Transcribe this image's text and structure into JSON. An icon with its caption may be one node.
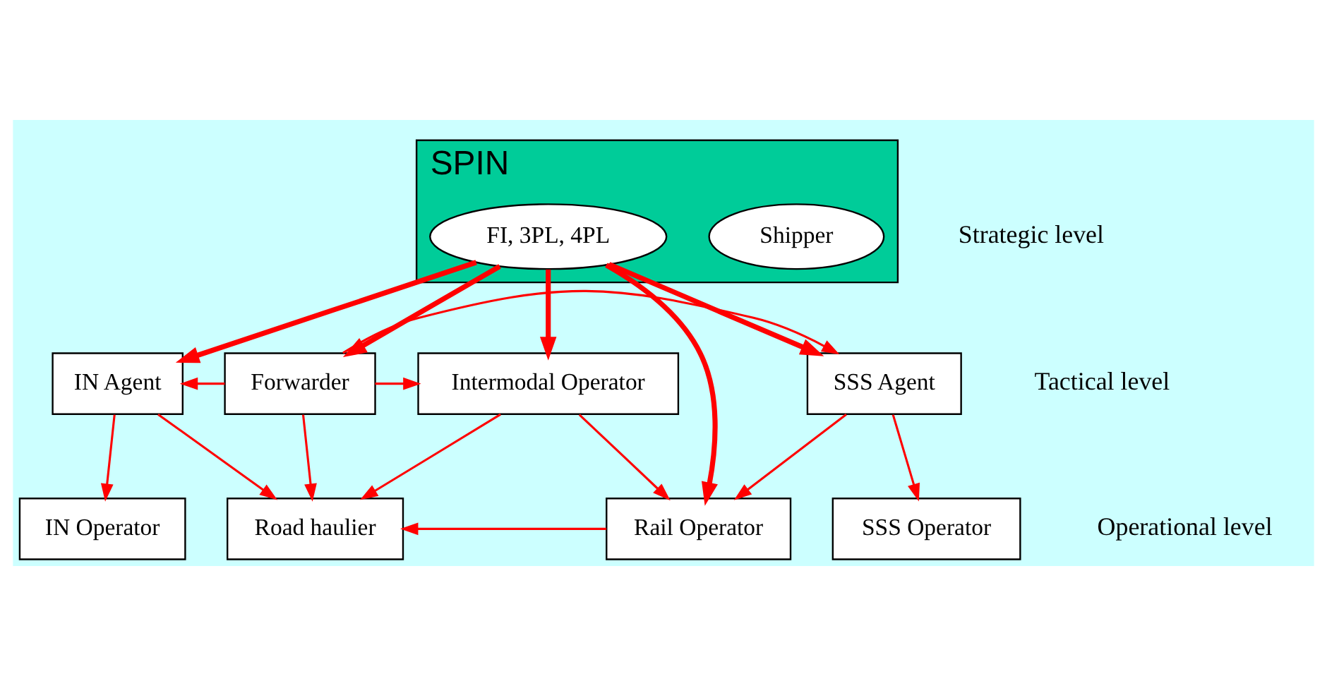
{
  "diagram": {
    "nodes": [
      {
        "text": [
          "SPIN"
        ]
      },
      {
        "text": [
          "Shipper"
        ],
        "in": 0
      },
      {
        "text": [
          "FI, 3PL, 4PL"
        ],
        "in": 0
      },
      {
        "text": [
          "Forwarder"
        ]
      },
      {
        "text": [
          "Intermodal Operator"
        ]
      },
      {
        "text": [
          "IN Agent"
        ]
      },
      {
        "text": [
          "SSS Agent"
        ]
      },
      {
        "text": [
          "Road haulier"
        ]
      },
      {
        "text": [
          "Rail Operator"
        ]
      },
      {
        "text": [
          "IN Operator"
        ]
      },
      {
        "text": [
          "SSS Operator"
        ]
      }
    ],
    "edges": [
      {
        "from": 2,
        "to": 3,
        "arrow": "to",
        "style": "thick"
      },
      {
        "from": 2,
        "to": 4,
        "arrow": "to",
        "style": "thick"
      },
      {
        "from": 2,
        "to": 5,
        "arrow": "to",
        "style": "thick"
      },
      {
        "from": 2,
        "to": 6,
        "arrow": "to",
        "style": "thick"
      },
      {
        "from": 2,
        "to": 8,
        "arrow": "to",
        "style": "thick"
      },
      {
        "from": 3,
        "to": 7,
        "arrow": "to"
      },
      {
        "from": 3,
        "to": 4,
        "arrow": "to"
      },
      {
        "from": 3,
        "to": 5,
        "arrow": "to"
      },
      {
        "from": 3,
        "to": 6,
        "arrow": "to"
      },
      {
        "from": 4,
        "to": 7,
        "arrow": "to"
      },
      {
        "from": 4,
        "to": 8,
        "arrow": "to"
      },
      {
        "from": 5,
        "to": 7,
        "arrow": "to"
      },
      {
        "from": 5,
        "to": 9,
        "arrow": "to"
      },
      {
        "from": 6,
        "to": 8,
        "arrow": "to"
      },
      {
        "from": 6,
        "to": 10,
        "arrow": "to"
      },
      {
        "from": 8,
        "to": 7,
        "arrow": "to"
      }
    ],
    "labels": [
      "Strategic level",
      "Tactical level",
      "Operational level"
    ]
  }
}
